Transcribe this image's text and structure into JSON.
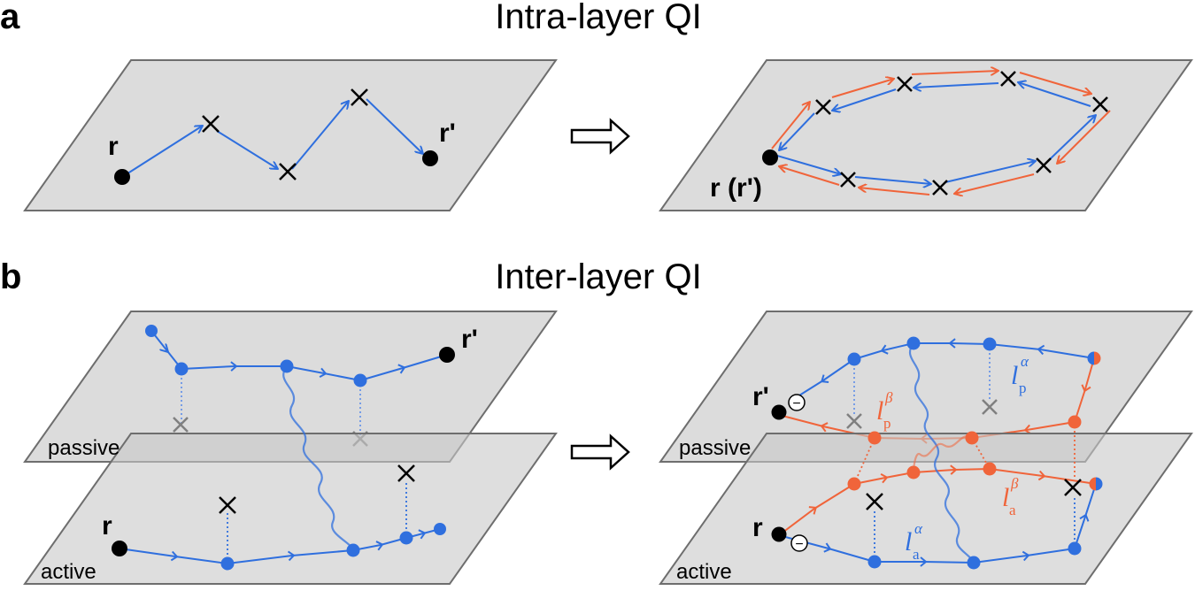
{
  "panel_a": {
    "letter": "a",
    "title": "Intra-layer QI",
    "left": {
      "start_label": "r",
      "end_label": "r'"
    },
    "right": {
      "point_label": "r",
      "point_label_paren": "(r')"
    }
  },
  "panel_b": {
    "letter": "b",
    "title": "Inter-layer QI",
    "left": {
      "start_label": "r",
      "end_label": "r'",
      "layer_top": "passive",
      "layer_bottom": "active"
    },
    "right": {
      "start_label": "r",
      "end_label": "r'",
      "layer_top": "passive",
      "layer_bottom": "active",
      "path_symbol": "l",
      "label_p_alpha": {
        "sub": "p",
        "sup": "α"
      },
      "label_p_beta": {
        "sub": "p",
        "sup": "β"
      },
      "label_a_alpha": {
        "sub": "a",
        "sup": "α"
      },
      "label_a_beta": {
        "sub": "a",
        "sup": "β"
      },
      "electron_symbol": "−"
    }
  },
  "colors": {
    "plane_fill": "#dcdcdc",
    "plane_stroke": "#6e6e6e",
    "blue": "#2f6fde",
    "orange": "#f0643a",
    "black": "#000000",
    "gray_cross": "#808080"
  }
}
